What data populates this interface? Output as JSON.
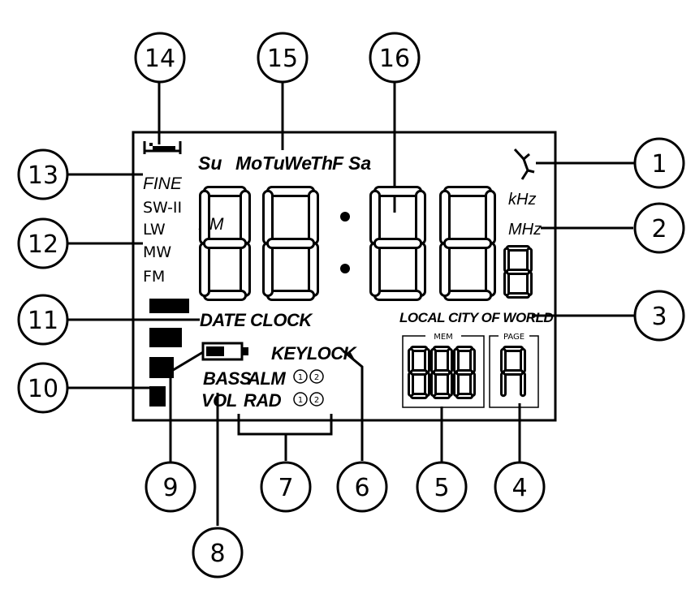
{
  "days": [
    "Su",
    "Mo",
    "Tu",
    "We",
    "Th",
    "F",
    "Sa"
  ],
  "band_labels": [
    "FINE",
    "SW-II",
    "LW",
    "MW",
    "FM"
  ],
  "pm": "PM",
  "units": {
    "khz": "kHz",
    "mhz": "MHz"
  },
  "date_label": "DATE",
  "clock_label": "CLOCK",
  "local_city": "LOCAL CITY OF WORLD",
  "keylock": "KEYLOCK",
  "bass": "BASS",
  "alm": "ALM",
  "vol": "VOL",
  "rad": "RAD",
  "circle_one": "1",
  "circle_two": "2",
  "mem_label": "MEM",
  "page_label": "PAGE",
  "callouts": [
    {
      "id": "c1",
      "num": "1"
    },
    {
      "id": "c2",
      "num": "2"
    },
    {
      "id": "c3",
      "num": "3"
    },
    {
      "id": "c4",
      "num": "4"
    },
    {
      "id": "c5",
      "num": "5"
    },
    {
      "id": "c6",
      "num": "6"
    },
    {
      "id": "c7",
      "num": "7"
    },
    {
      "id": "c8",
      "num": "8"
    },
    {
      "id": "c9",
      "num": "9"
    },
    {
      "id": "c10",
      "num": "10"
    },
    {
      "id": "c11",
      "num": "11"
    },
    {
      "id": "c12",
      "num": "12"
    },
    {
      "id": "c13",
      "num": "13"
    },
    {
      "id": "c14",
      "num": "14"
    },
    {
      "id": "c15",
      "num": "15"
    },
    {
      "id": "c16",
      "num": "16"
    }
  ]
}
